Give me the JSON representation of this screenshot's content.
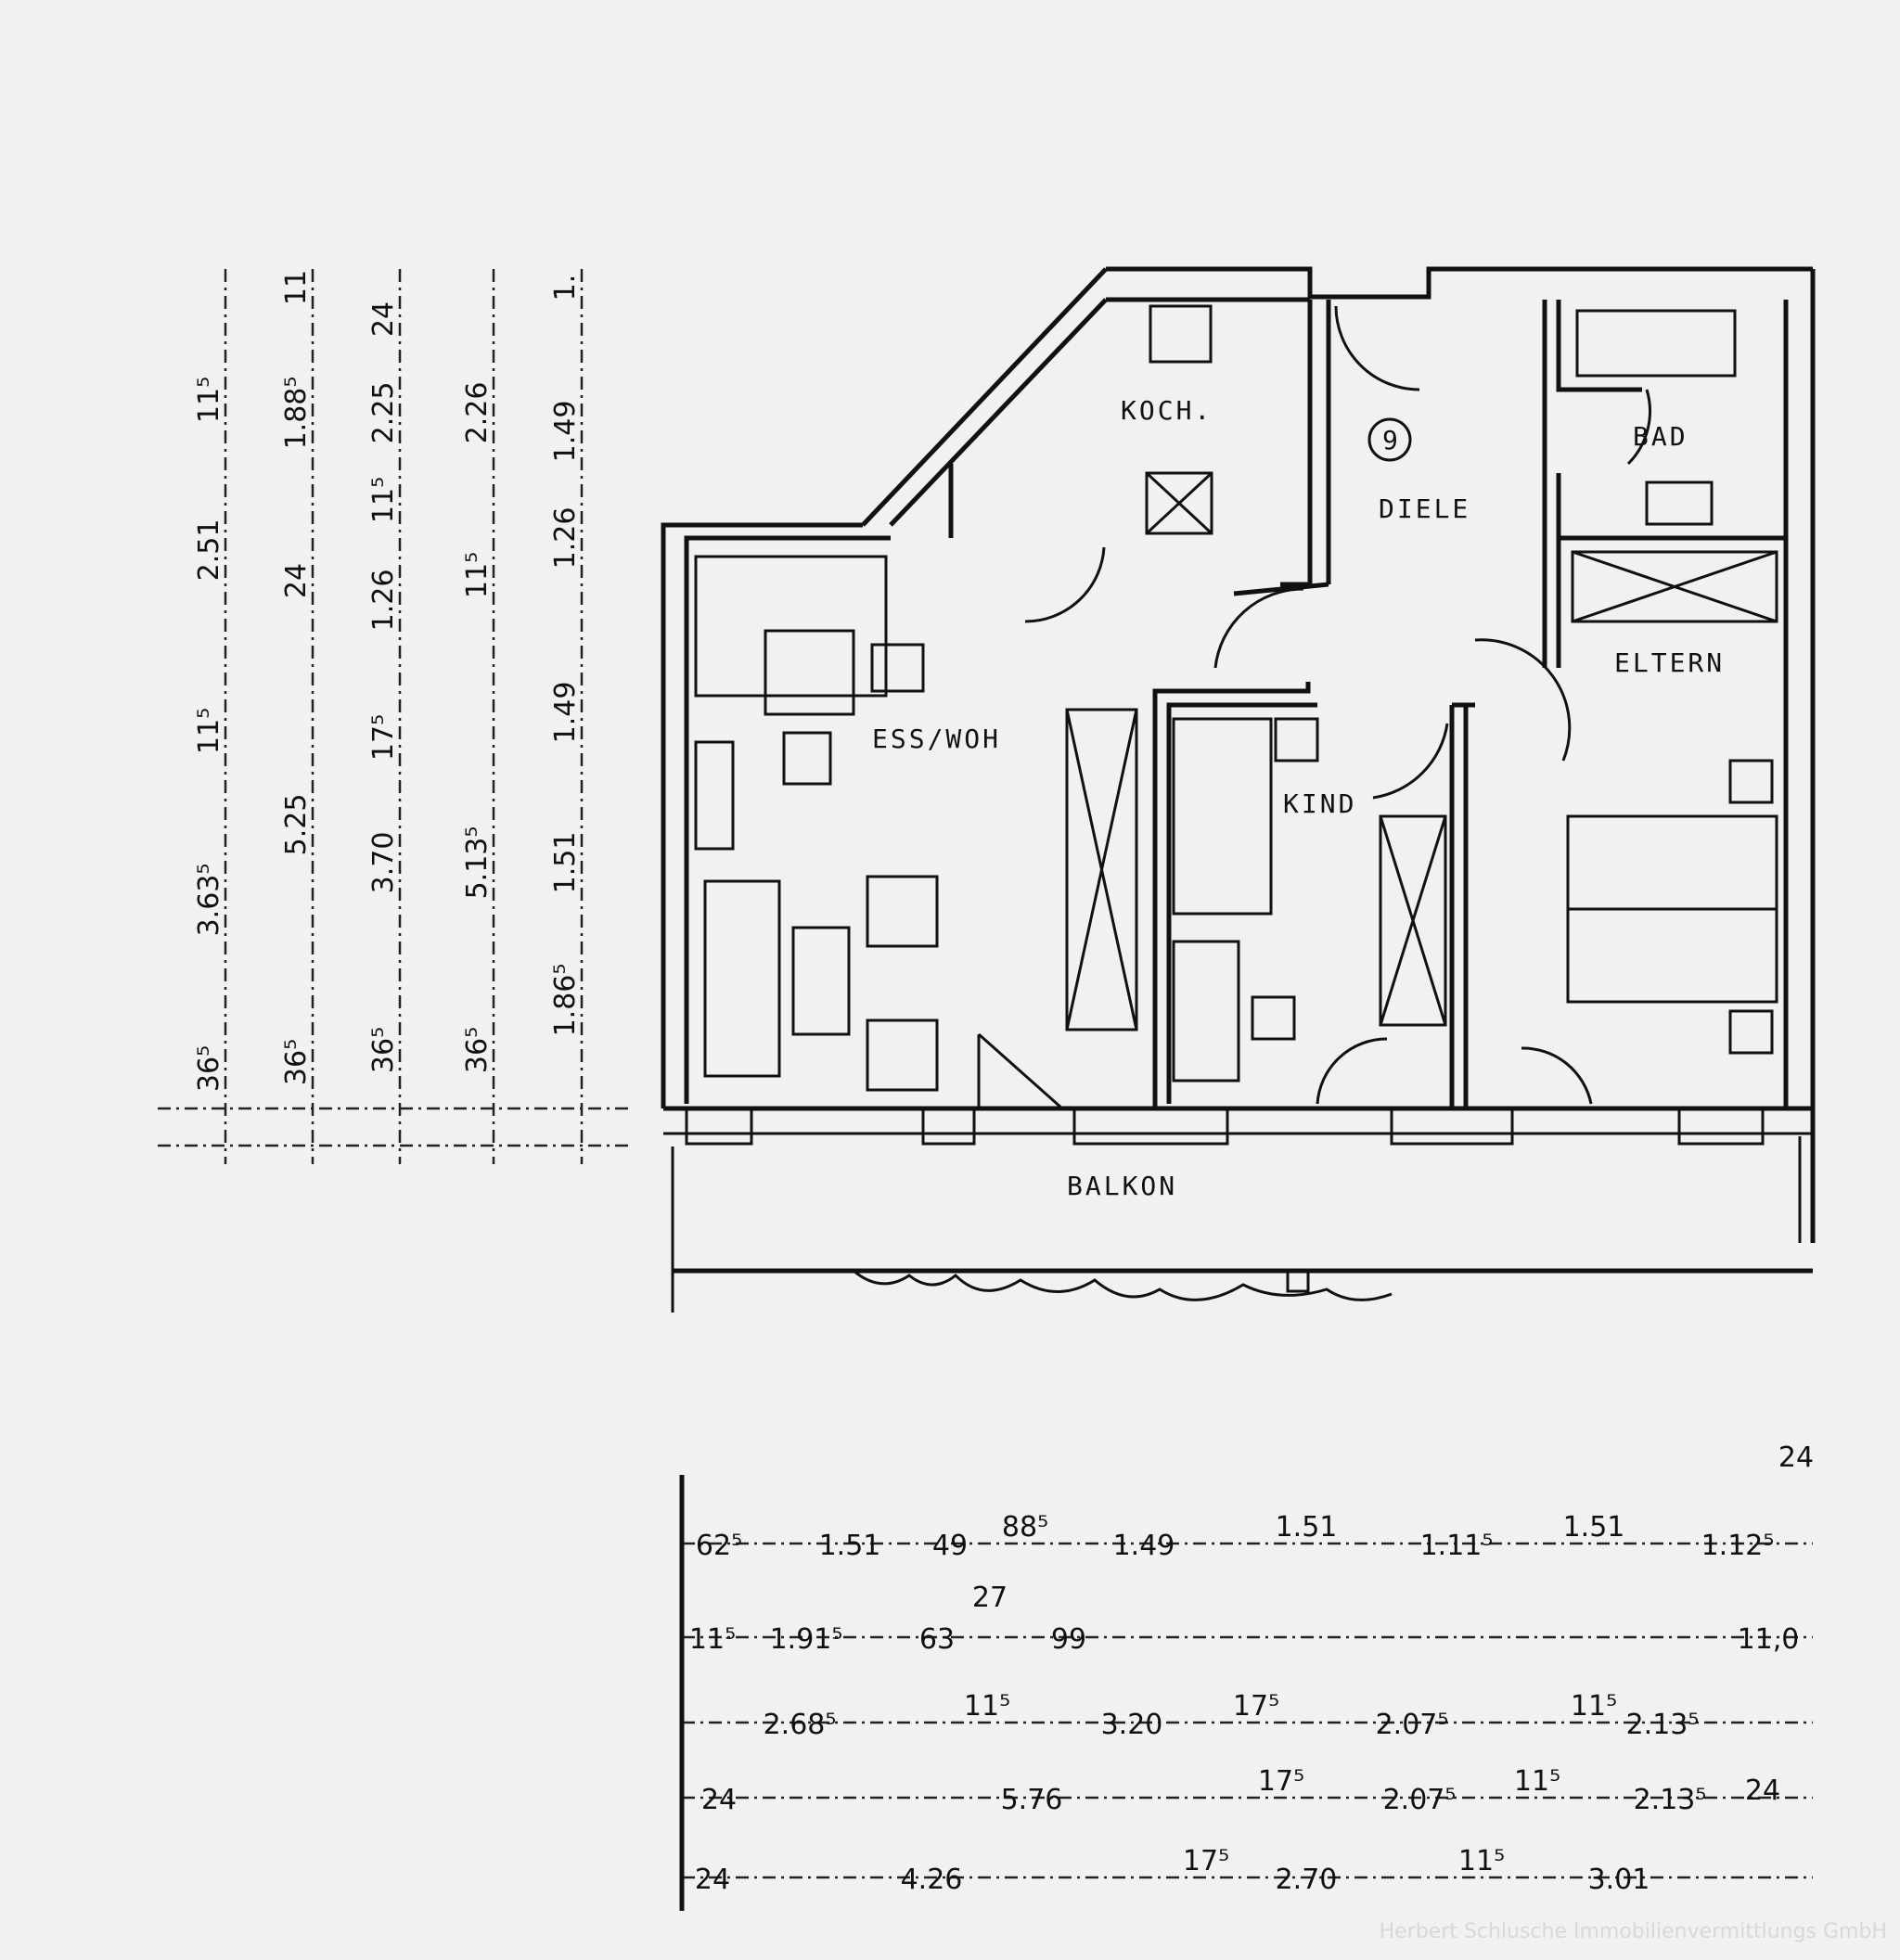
{
  "rooms": {
    "kitchen": "KOCH.",
    "hall": "DIELE",
    "bath": "BAD",
    "parents": "ELTERN",
    "living": "ESS/WOH",
    "child": "KIND",
    "balcony": "BALKON",
    "unit_number": "9"
  },
  "dimensions_left": [
    [
      "36⁵",
      "3.63⁵",
      "11⁵",
      "2.51",
      "11⁵"
    ],
    [
      "36⁵",
      "5.25",
      "24",
      "1.88⁵",
      "11"
    ],
    [
      "36⁵",
      "3.70",
      "17⁵",
      "1.26",
      "11⁵",
      "2.25",
      "24"
    ],
    [
      "36⁵",
      "5.13⁵",
      "11⁵",
      "2.26"
    ],
    [
      "1.86⁵",
      "1.51",
      "1.49",
      "1.26",
      "1.49",
      "1."
    ]
  ],
  "dimensions_bottom": [
    [
      "62⁵",
      "1.51",
      "49",
      "88⁵",
      "1.49",
      "1.51",
      "1.11⁵",
      "1.51",
      "1.12⁵",
      "24"
    ],
    [
      "11⁵",
      "1.91⁵",
      "63",
      "27",
      "99",
      "11,0"
    ],
    [
      "2.68⁵",
      "11⁵",
      "3.20",
      "17⁵",
      "2.07⁵",
      "11⁵",
      "2.13⁵"
    ],
    [
      "24",
      "5.76",
      "17⁵",
      "2.07⁵",
      "11⁵",
      "2.13⁵",
      "24"
    ],
    [
      "24",
      "4.26",
      "17⁵",
      "2.70",
      "11⁵",
      "3.01"
    ]
  ],
  "watermark": "Herbert Schlusche Immobilienvermittlungs GmbH"
}
